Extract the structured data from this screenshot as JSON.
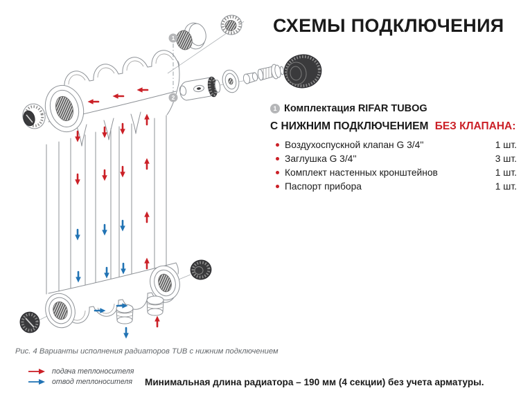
{
  "title": "СХЕМЫ ПОДКЛЮЧЕНИЯ",
  "kit": {
    "badge": "1",
    "heading": "Комплектация RIFAR TUBOG",
    "subheading_black": "С НИЖНИМ ПОДКЛЮЧЕНИЕМ",
    "subheading_red": "БЕЗ КЛАПАНА:",
    "items": [
      {
        "label": "Воздухоспускной клапан G 3/4''",
        "qty": "1 шт."
      },
      {
        "label": "Заглушка G 3/4''",
        "qty": "3 шт."
      },
      {
        "label": "Комплект настенных кронштейнов",
        "qty": "1 шт."
      },
      {
        "label": "Паспорт прибора",
        "qty": "1 шт."
      }
    ]
  },
  "diagram": {
    "badges": [
      {
        "number": "1"
      },
      {
        "number": "2"
      }
    ],
    "caption": "Рис. 4 Варианты исполнения радиаторов TUB с нижним подключением"
  },
  "legend": [
    {
      "label": "подача теплоносителя",
      "color": "#cb2027"
    },
    {
      "label": "отвод теплоносителя",
      "color": "#2173b4"
    }
  ],
  "footer_note": "Минимальная длина радиатора – 190 мм (4 секции) без учета арматуры.",
  "colors": {
    "accent_red": "#cb2027",
    "flow_blue": "#2173b4",
    "badge_gray": "#b5b6b8",
    "drawing_line_gray": "#8d9196"
  }
}
